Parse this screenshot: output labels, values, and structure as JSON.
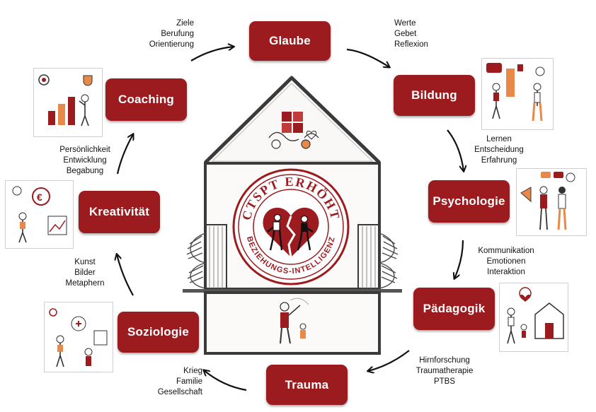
{
  "nodes": {
    "glaube": "Glaube",
    "bildung": "Bildung",
    "psychologie": "Psychologie",
    "paedagogik": "Pädagogik",
    "trauma": "Trauma",
    "soziologie": "Soziologie",
    "kreativitaet": "Kreativität",
    "coaching": "Coaching"
  },
  "notes": {
    "glaube_left": [
      "Ziele",
      "Berufung",
      "Orientierung"
    ],
    "glaube_right": [
      "Werte",
      "Gebet",
      "Reflexion"
    ],
    "bildung": [
      "Lernen",
      "Entscheidung",
      "Erfahrung"
    ],
    "psychologie": [
      "Kommunikation",
      "Emotionen",
      "Interaktion"
    ],
    "paedagogik": [
      "Hirnforschung",
      "Traumatherapie",
      "PTBS"
    ],
    "trauma": [
      "Krieg",
      "Familie",
      "Gesellschaft"
    ],
    "soziologie": [
      "Kunst",
      "Bilder",
      "Metaphern"
    ],
    "kreativitaet": [
      "Persönlichkeit",
      "Entwicklung",
      "Begabung"
    ]
  },
  "seal": {
    "top": "CTSPT ERHÖHT",
    "bottom": "BEZIEHUNGS-INTELLIGENZ"
  },
  "colors": {
    "accent": "#9b1b1f",
    "orange": "#e8894a",
    "line": "#2b2b2b"
  },
  "icons": [
    "arrow-icon",
    "heart-icon",
    "puzzle-icon"
  ]
}
